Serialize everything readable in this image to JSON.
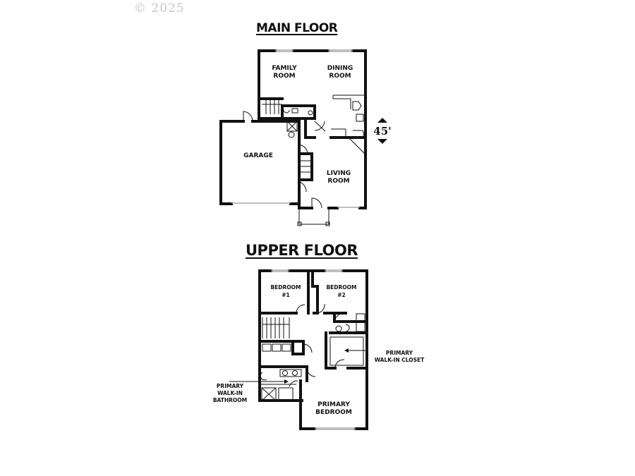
{
  "copyright": "© 2025",
  "main_floor": {
    "title": "MAIN FLOOR",
    "rooms": {
      "family_room": [
        "FAMILY",
        "ROOM"
      ],
      "dining_room": [
        "DINING",
        "ROOM"
      ],
      "garage": [
        "GARAGE"
      ],
      "living_room": [
        "LIVING",
        "ROOM"
      ]
    },
    "dimension": "45'"
  },
  "upper_floor": {
    "title": "UPPER FLOOR",
    "rooms": {
      "bedroom_1": [
        "BEDROOM",
        "#1"
      ],
      "bedroom_2": [
        "BEDROOM",
        "#2"
      ],
      "primary_bedroom": [
        "PRIMARY",
        "BEDROOM"
      ],
      "primary_closet": [
        "PRIMARY",
        "WALK-IN CLOSET"
      ],
      "primary_bathroom": [
        "PRIMARY",
        "WALK-IN",
        "BATHROOM"
      ]
    }
  }
}
